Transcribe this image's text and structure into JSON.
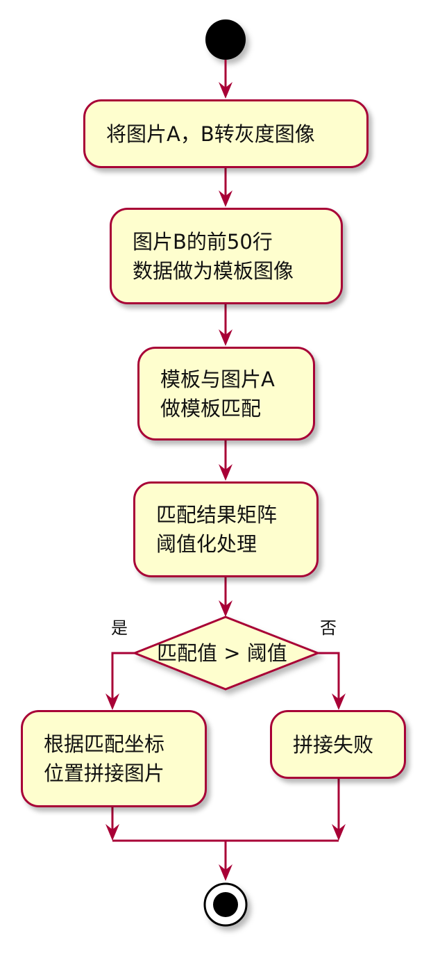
{
  "diagram": {
    "steps": [
      {
        "lines": [
          "将图片A，B转灰度图像"
        ]
      },
      {
        "lines": [
          "图片B的前50行",
          "数据做为模板图像"
        ]
      },
      {
        "lines": [
          "模板与图片A",
          "做模板匹配"
        ]
      },
      {
        "lines": [
          "匹配结果矩阵",
          "阈值化处理"
        ]
      }
    ],
    "decision": {
      "condition": "匹配值 > 阈值",
      "yes_label": "是",
      "no_label": "否"
    },
    "branches": {
      "yes": {
        "lines": [
          "根据匹配坐标",
          "位置拼接图片"
        ]
      },
      "no": {
        "lines": [
          "拼接失败"
        ]
      }
    },
    "colors": {
      "box_fill": "#fefece",
      "border": "#a80036",
      "arrow": "#a80036",
      "node": "#000000"
    }
  }
}
